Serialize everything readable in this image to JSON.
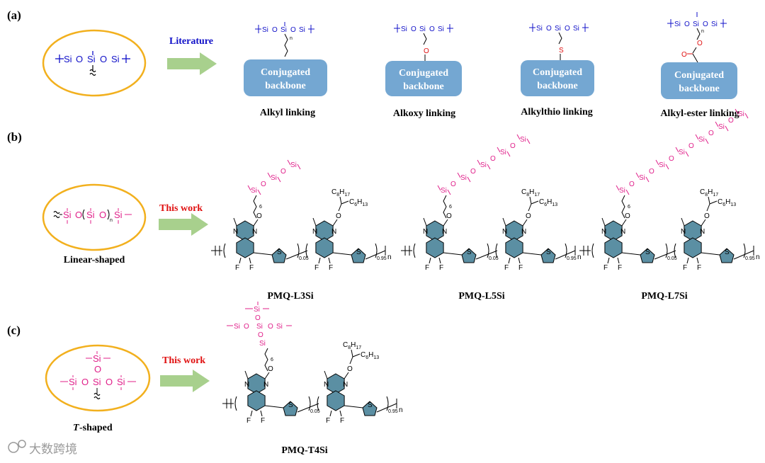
{
  "panels": {
    "a": "(a)",
    "b": "(b)",
    "c": "(c)"
  },
  "arrows": {
    "literature": "Literature",
    "this_work_b": "This work",
    "this_work_c": "This work"
  },
  "literature": {
    "box_line1": "Conjugated",
    "box_line2": "backbone",
    "labels": [
      "Alkyl linking",
      "Alkoxy linking",
      "Alkylthio linking",
      "Alkyl-ester linking"
    ]
  },
  "shapes": {
    "linear": "Linear-shaped",
    "t_italic": "T",
    "t_rest": "-shaped"
  },
  "polymers": [
    "PMQ-L3Si",
    "PMQ-L5Si",
    "PMQ-L7Si",
    "PMQ-T4Si"
  ],
  "chem": {
    "si": "Si",
    "o": "O",
    "s": "S",
    "f": "F",
    "n": "N",
    "n_sub": "n",
    "chain_c8": "C8H17",
    "chain_c6": "C6H13",
    "sub_c8_a": "C",
    "sub_c8_b": "8",
    "sub_c8_c": "H",
    "sub_c8_d": "17",
    "sub_c6_a": "C",
    "sub_c6_b": "6",
    "sub_c6_c": "H",
    "sub_c6_d": "13",
    "spacer": "6",
    "frac1": "0.05",
    "frac2": "0.95"
  },
  "watermark": "大数跨境",
  "colors": {
    "ellipse": "#f2b01e",
    "arrow": "#a8d08d",
    "box": "#74a7d2",
    "blue": "#1010c8",
    "pink": "#e0208a",
    "red": "#e01010",
    "ring": "#5b8fa3"
  }
}
